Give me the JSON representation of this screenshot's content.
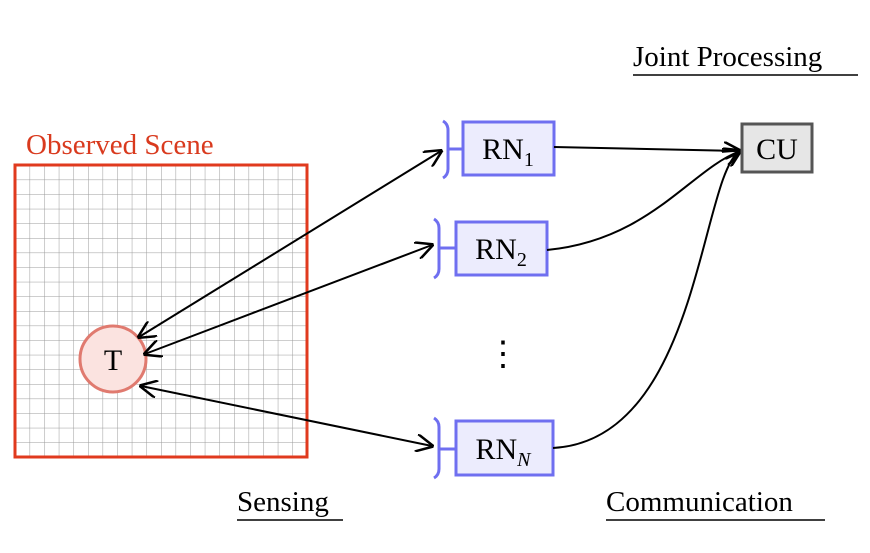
{
  "scene": {
    "title": "Observed Scene",
    "target": "T",
    "title_color": "#d93a1e"
  },
  "nodes": [
    {
      "prefix": "RN",
      "sub": "1"
    },
    {
      "prefix": "RN",
      "sub": "2"
    },
    {
      "prefix": "RN",
      "sub": "N"
    }
  ],
  "ellipsis": "⋮",
  "cu": {
    "label": "CU"
  },
  "headings": {
    "joint": "Joint Processing",
    "sensing": "Sensing",
    "communication": "Communication"
  },
  "colors": {
    "node_border": "#6f6ff0",
    "node_fill": "#ececfd",
    "cu_border": "#555555",
    "cu_fill": "#e6e6e6",
    "target_fill": "#fbe3e0",
    "target_border": "#e07a6f",
    "scene_border": "#e03a1e"
  }
}
